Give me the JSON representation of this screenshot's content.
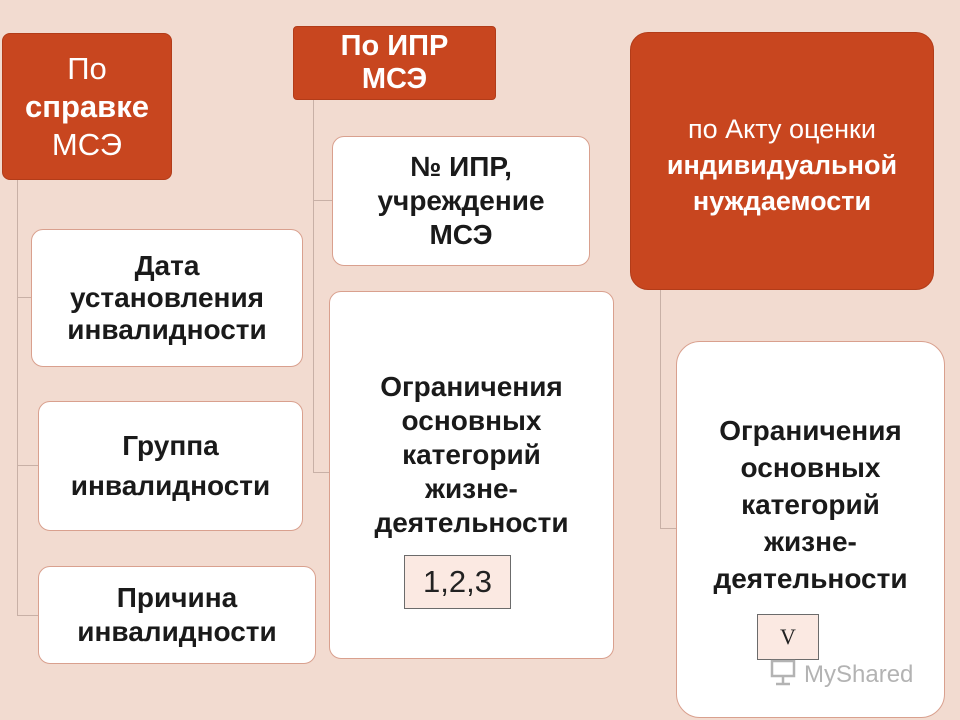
{
  "colors": {
    "background": "#f2dbd0",
    "header": "#c8461f",
    "box": "#ffffff",
    "box_border": "#d9a08e",
    "connector": "#c8b0a6"
  },
  "col1": {
    "header": [
      "По",
      "справке",
      "МСЭ"
    ],
    "items": [
      [
        "Дата",
        "установления",
        "инвалидности"
      ],
      [
        "Группа",
        "инвалидности"
      ],
      [
        "Причина",
        "инвалидности"
      ]
    ]
  },
  "col2": {
    "header": [
      "По ИПР",
      "МСЭ"
    ],
    "items": [
      [
        "№ ИПР,",
        "учреждение",
        "МСЭ"
      ],
      [
        "Ограничения",
        "основных",
        "категорий",
        "жизне-",
        "деятельности"
      ]
    ],
    "code": "1,2,3"
  },
  "col3": {
    "header": [
      "по Акту оценки",
      "индивидуальной",
      "нуждаемости"
    ],
    "items": [
      [
        "Ограничения",
        "основных",
        "категорий",
        "жизне-",
        "деятельности"
      ]
    ],
    "code": "V"
  },
  "watermark": {
    "text": "MyShared",
    "icon": "presentation-icon"
  }
}
